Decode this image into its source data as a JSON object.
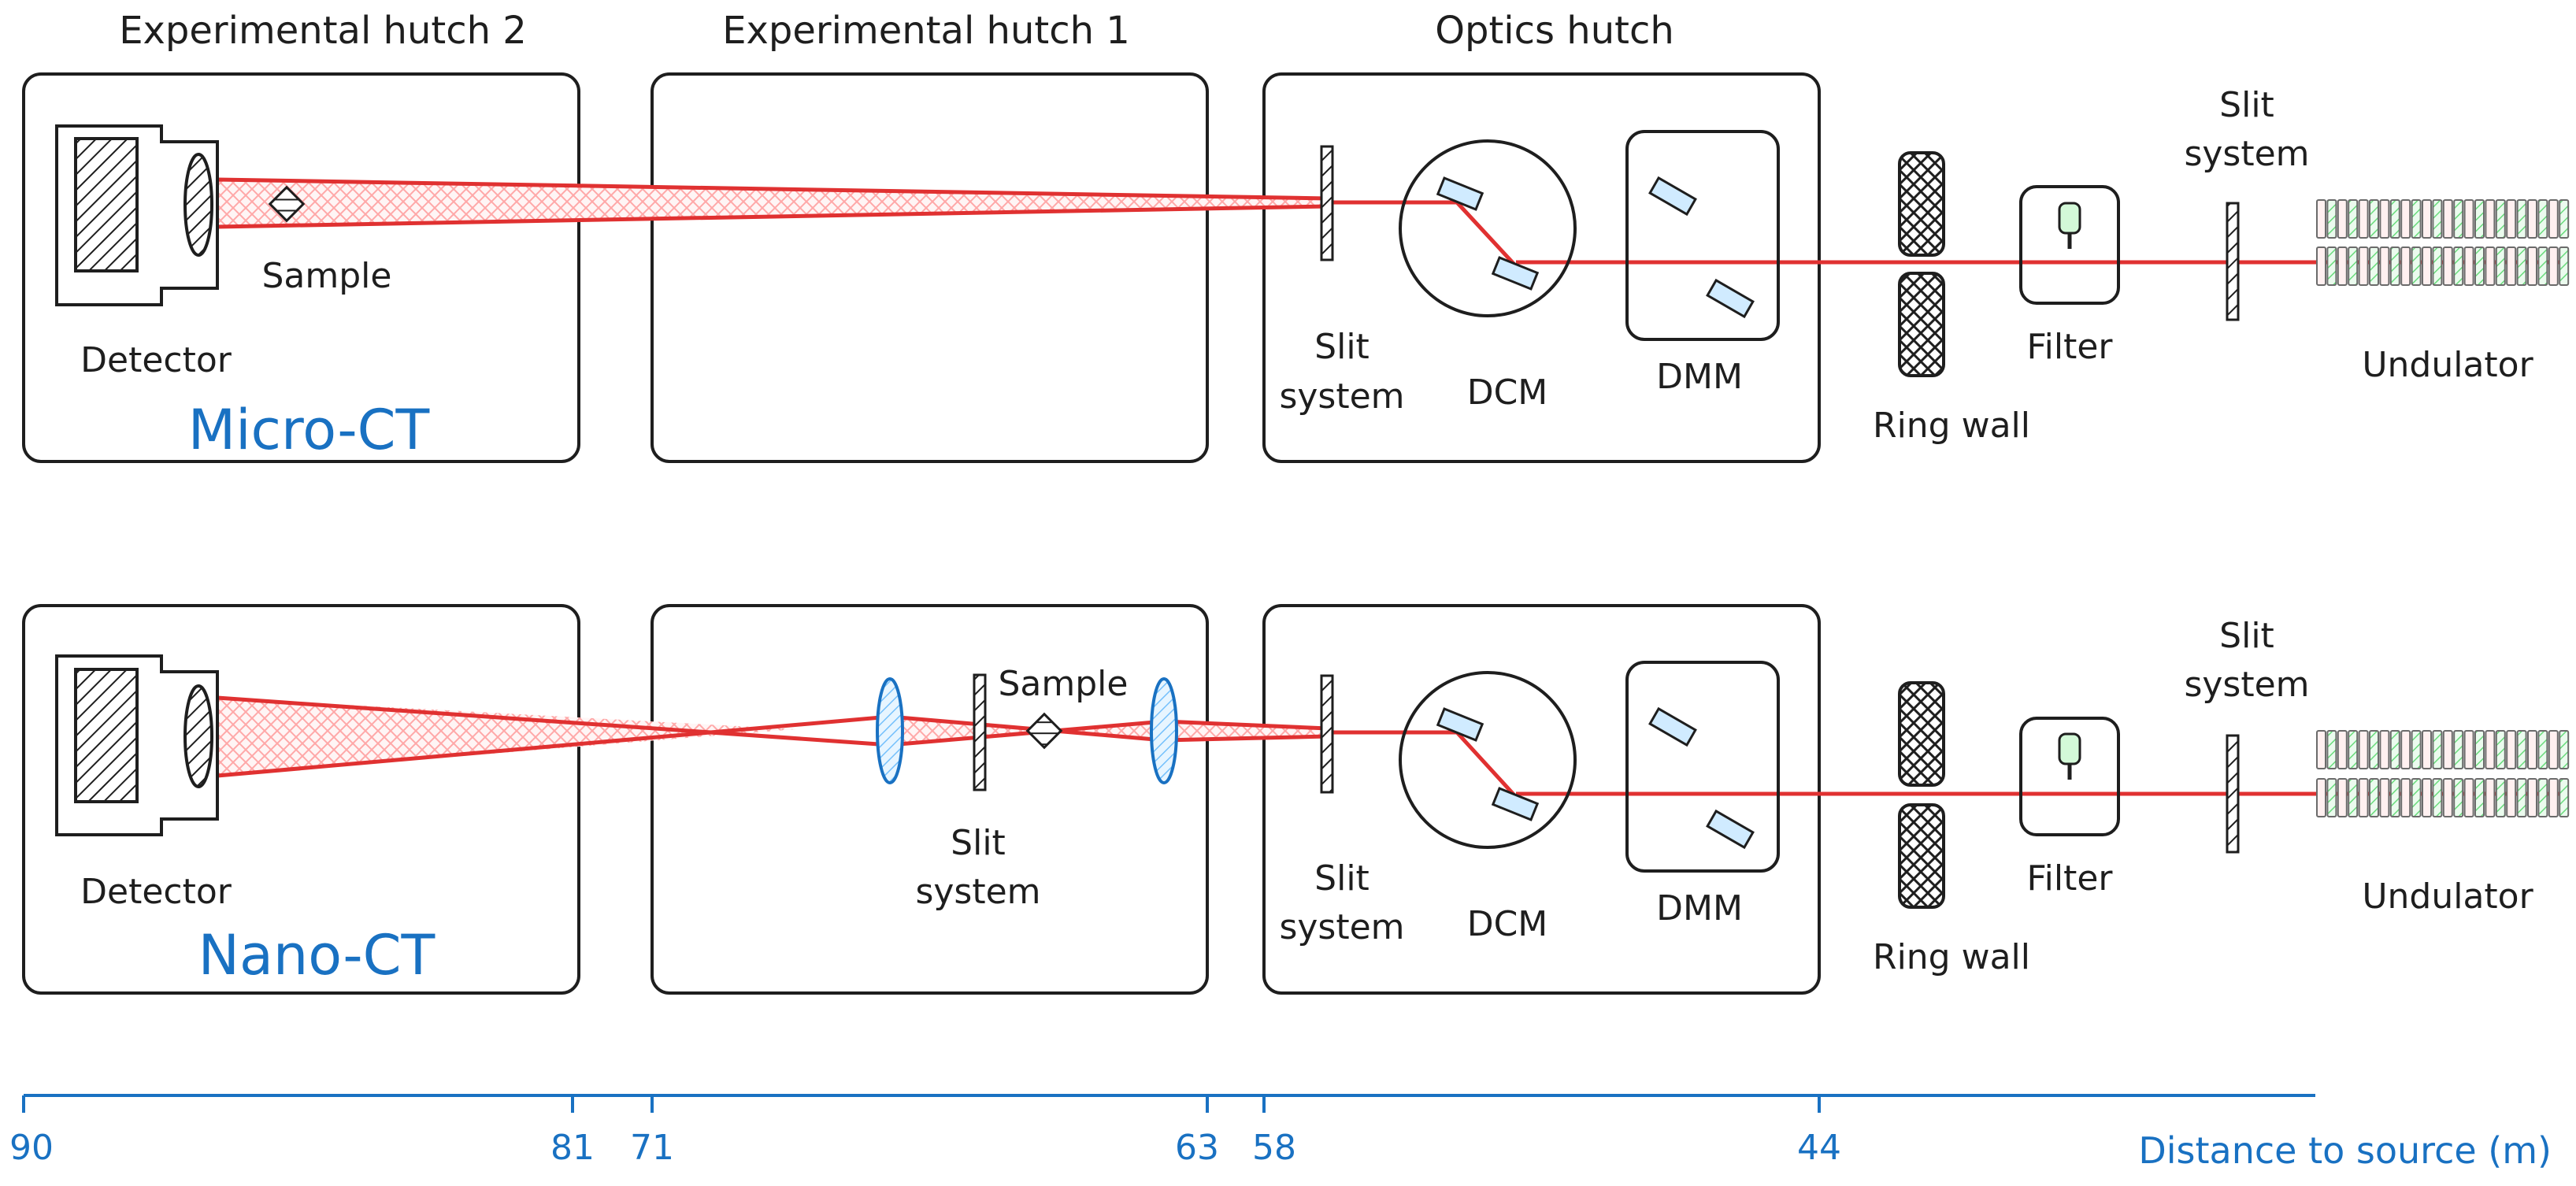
{
  "hutches": {
    "exp2": "Experimental hutch 2",
    "exp1": "Experimental hutch 1",
    "optics": "Optics hutch"
  },
  "top": {
    "title": "Micro-CT",
    "sample": "Sample",
    "detector": "Detector",
    "slit_a": "Slit",
    "slit_b": "system",
    "dcm": "DCM",
    "dmm": "DMM",
    "ring_wall": "Ring wall",
    "filter": "Filter",
    "slit2_a": "Slit",
    "slit2_b": "system",
    "undulator": "Undulator"
  },
  "bottom": {
    "title": "Nano-CT",
    "sample": "Sample",
    "detector": "Detector",
    "exp_slit_a": "Slit",
    "exp_slit_b": "system",
    "slit_a": "Slit",
    "slit_b": "system",
    "dcm": "DCM",
    "dmm": "DMM",
    "ring_wall": "Ring wall",
    "filter": "Filter",
    "slit2_a": "Slit",
    "slit2_b": "system",
    "undulator": "Undulator"
  },
  "axis": {
    "label": "Distance to source (m)",
    "ticks": [
      "90",
      "81",
      "71",
      "63",
      "58",
      "44"
    ]
  },
  "colors": {
    "beam": "#e03131",
    "axis": "#1971c2",
    "ink": "#1e1e1e"
  }
}
